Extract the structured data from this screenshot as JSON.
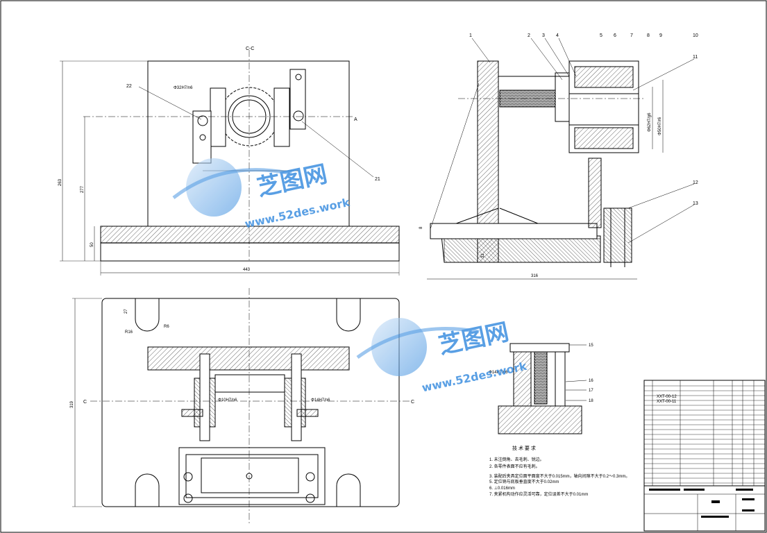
{
  "section_label": "C-C",
  "section_marks": {
    "left": "C",
    "right": "C"
  },
  "view_a_mark": "A",
  "watermark": {
    "chinese": "芝图网",
    "url": "www.52des.work"
  },
  "front_view": {
    "callouts": [
      "22",
      "21"
    ],
    "fit_note": "Φ32H7/n6",
    "dims": {
      "width": "443",
      "height": "263",
      "center_height": "277",
      "base": "50"
    }
  },
  "side_view": {
    "callouts": [
      "1",
      "2",
      "3",
      "4",
      "5",
      "6",
      "7",
      "8",
      "9",
      "10",
      "11",
      "12",
      "13"
    ],
    "fits": [
      "Φ62H7/g6",
      "Φ50H7/r6"
    ],
    "dims": {
      "length": "316",
      "foot": "31",
      "plate": "8"
    }
  },
  "plan_view": {
    "dims": {
      "height": "319",
      "r1": "R16",
      "r2": "R6",
      "edge": "27"
    },
    "fits": [
      "Φ10H7/n6",
      "Φ14H7/n6"
    ]
  },
  "detail_view": {
    "callouts": [
      "15",
      "16",
      "17",
      "18"
    ],
    "fit": "Φ14H7/n6"
  },
  "tech_requirements": {
    "title": "技 术 要 求",
    "items": [
      "1. 未注倒角、去毛刺、锐边。",
      "2. 各零件表面不应有毛刺。",
      "3. 装配后夹具定位面平面度不大于0.015mm，轴向间隙不大于0.2～0.3mm。",
      "5. 定位销与底板垂直度不大于0.02mm",
      "6. ⊥0.016mm",
      "7. 夹紧机构动作应灵活可靠，定位误差不大于0.01mm"
    ]
  },
  "title_block": {
    "part_codes": [
      "XXT-00-12",
      "XXT-00-11"
    ]
  }
}
